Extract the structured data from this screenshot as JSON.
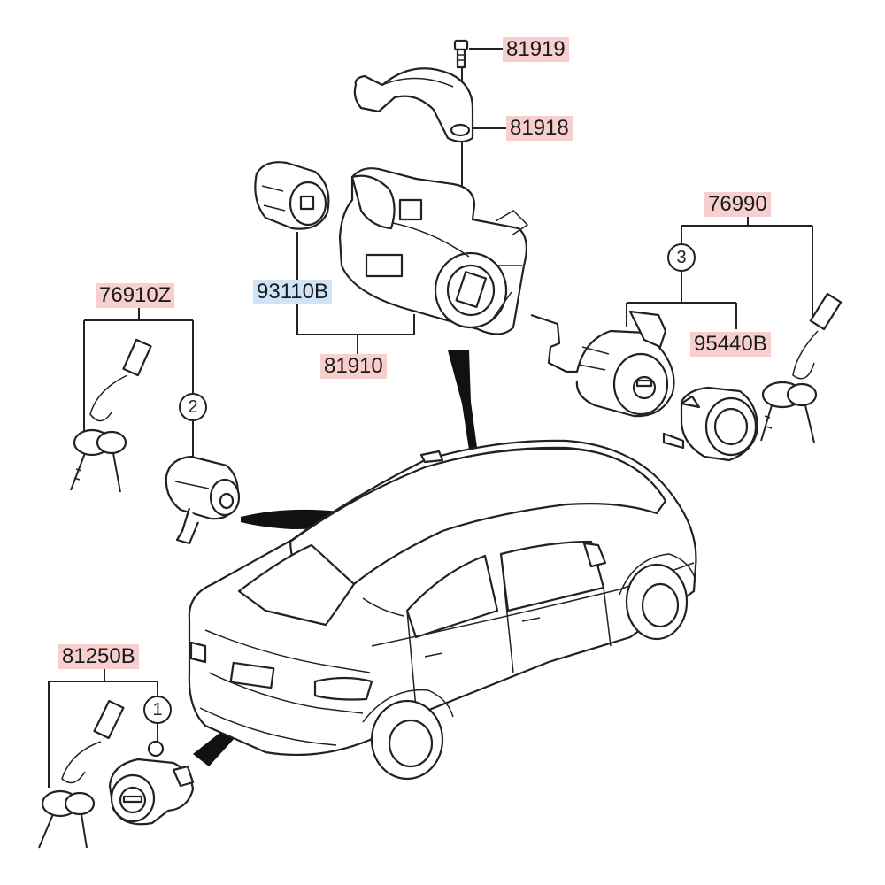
{
  "parts": {
    "p81919": "81919",
    "p81918": "81918",
    "p93110B": "93110B",
    "p81910": "81910",
    "p76990": "76990",
    "p95440B": "95440B",
    "p76910Z": "76910Z",
    "p81250B": "81250B"
  },
  "callouts": {
    "c1": "1",
    "c2": "2",
    "c3": "3"
  },
  "colors": {
    "part_label_highlight": "#f7cfcf",
    "part_label_alt": "#cfe4f7",
    "line": "#222222"
  }
}
